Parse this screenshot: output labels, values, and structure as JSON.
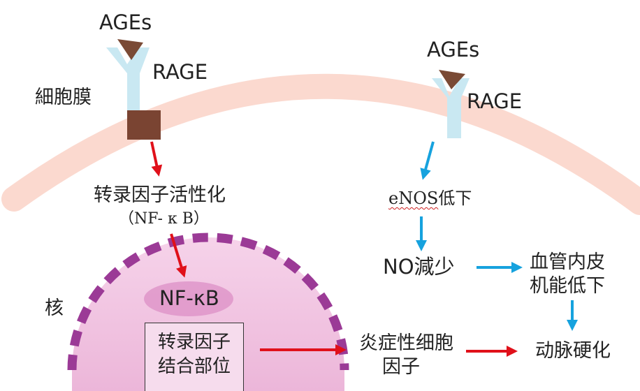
{
  "labels": {
    "ages_left": "AGEs",
    "rage_left": "RAGE",
    "ages_right": "AGEs",
    "rage_right": "RAGE",
    "cell_membrane": "細胞膜",
    "tf_activation": "转录因子活性化",
    "nfkb_paren": "（NF- κ B）",
    "nucleus": "核",
    "nfkb_nucleus": "NF-κB",
    "binding_site_line1": "转录因子",
    "binding_site_line2": "结合部位",
    "enos_prefix": "eNOS",
    "enos_suffix": "低下",
    "no_decrease": "NO減少",
    "endothelial_line1": "血管内皮",
    "endothelial_line2": "机能低下",
    "inflammatory_line1": "炎症性细胞",
    "inflammatory_line2": "因子",
    "arteriosclerosis": "动脉硬化"
  },
  "colors": {
    "membrane": "#fbd9cf",
    "nucleus_fill": "#f3c8e2",
    "nucleus_border": "#9b3a96",
    "receptor": "#c9e8f2",
    "receptor_tail": "#7a4432",
    "ages_ligand": "#7a4a35",
    "red_arrow": "#e0101a",
    "blue_arrow": "#16a2de",
    "nfkb_blob": "#dc8fc6"
  }
}
